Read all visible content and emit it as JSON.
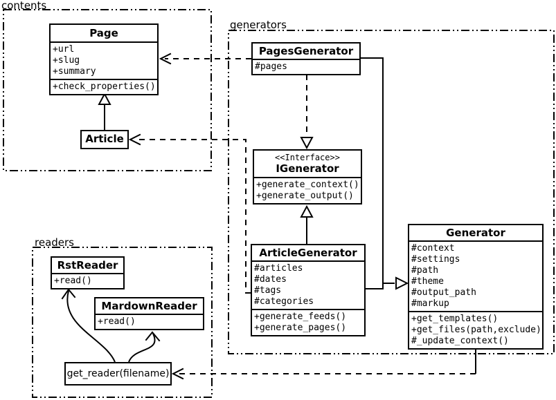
{
  "packages": {
    "contents": {
      "label": "contents"
    },
    "generators": {
      "label": "generators"
    },
    "readers": {
      "label": "readers"
    }
  },
  "classes": {
    "page": {
      "name": "Page",
      "attributes": [
        "+url",
        "+slug",
        "+summary"
      ],
      "methods": [
        "+check_properties()"
      ]
    },
    "article": {
      "name": "Article"
    },
    "pages_generator": {
      "name": "PagesGenerator",
      "attributes": [
        "#pages"
      ]
    },
    "igenerator": {
      "stereotype": "<<Interface>>",
      "name": "IGenerator",
      "methods": [
        "+generate_context()",
        "+generate_output()"
      ]
    },
    "article_generator": {
      "name": "ArticleGenerator",
      "attributes": [
        "#articles",
        "#dates",
        "#tags",
        "#categories"
      ],
      "methods": [
        "+generate_feeds()",
        "+generate_pages()"
      ]
    },
    "generator": {
      "name": "Generator",
      "attributes": [
        "#context",
        "#settings",
        "#path",
        "#theme",
        "#output_path",
        "#markup"
      ],
      "methods": [
        "+get_templates()",
        "+get_files(path,exclude)",
        "#_update_context()"
      ]
    },
    "rst_reader": {
      "name": "RstReader",
      "methods": [
        "+read()"
      ]
    },
    "markdown_reader": {
      "name": "MardownReader",
      "methods": [
        "+read()"
      ]
    },
    "get_reader": {
      "label": "get_reader(filename)"
    }
  },
  "relationships": [
    {
      "from": "Article",
      "to": "Page",
      "type": "inheritance"
    },
    {
      "from": "PagesGenerator",
      "to": "Page",
      "type": "dependency"
    },
    {
      "from": "ArticleGenerator",
      "to": "Article",
      "type": "dependency"
    },
    {
      "from": "PagesGenerator",
      "to": "IGenerator",
      "type": "realization"
    },
    {
      "from": "ArticleGenerator",
      "to": "IGenerator",
      "type": "inheritance"
    },
    {
      "from": "PagesGenerator",
      "to": "Generator",
      "type": "inheritance"
    },
    {
      "from": "ArticleGenerator",
      "to": "Generator",
      "type": "inheritance"
    },
    {
      "from": "Generator",
      "to": "get_reader(filename)",
      "type": "dependency"
    },
    {
      "from": "get_reader(filename)",
      "to": "RstReader",
      "type": "arrow"
    },
    {
      "from": "get_reader(filename)",
      "to": "MardownReader",
      "type": "arrow"
    }
  ],
  "colors": {
    "line": "#000000",
    "background": "#ffffff",
    "box_fill": "#ffffff"
  }
}
